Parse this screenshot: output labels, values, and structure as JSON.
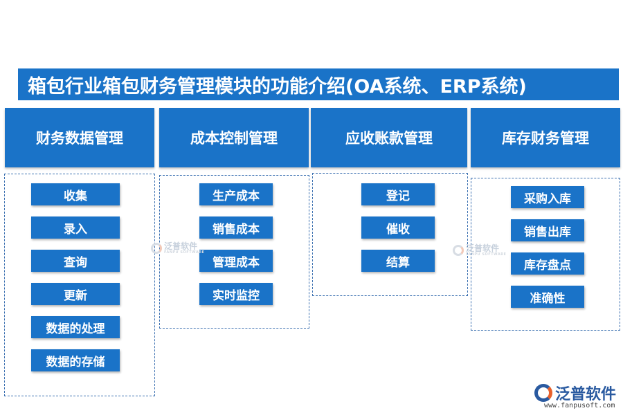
{
  "title": "箱包行业箱包财务管理模块的功能介绍(OA系统、ERP系统)",
  "columns": [
    {
      "header": "财务数据管理",
      "items": [
        "收集",
        "录入",
        "查询",
        "更新",
        "数据的处理",
        "数据的存储"
      ]
    },
    {
      "header": "成本控制管理",
      "items": [
        "生产成本",
        "销售成本",
        "管理成本",
        "实时监控"
      ]
    },
    {
      "header": "应收账款管理",
      "items": [
        "登记",
        "催收",
        "结算"
      ]
    },
    {
      "header": "库存财务管理",
      "items": [
        "采购入库",
        "销售出库",
        "库存盘点",
        "准确性"
      ]
    }
  ],
  "watermark": {
    "name": "泛普软件",
    "sub": "FANPU SOFTWARE"
  },
  "logo": {
    "name": "泛普软件",
    "url": "www.fanpusoft.com"
  },
  "colors": {
    "primary": "#1a73c8",
    "border": "#3a6fb0",
    "logo_blue": "#2a5aa0",
    "logo_orange": "#e8612c"
  }
}
